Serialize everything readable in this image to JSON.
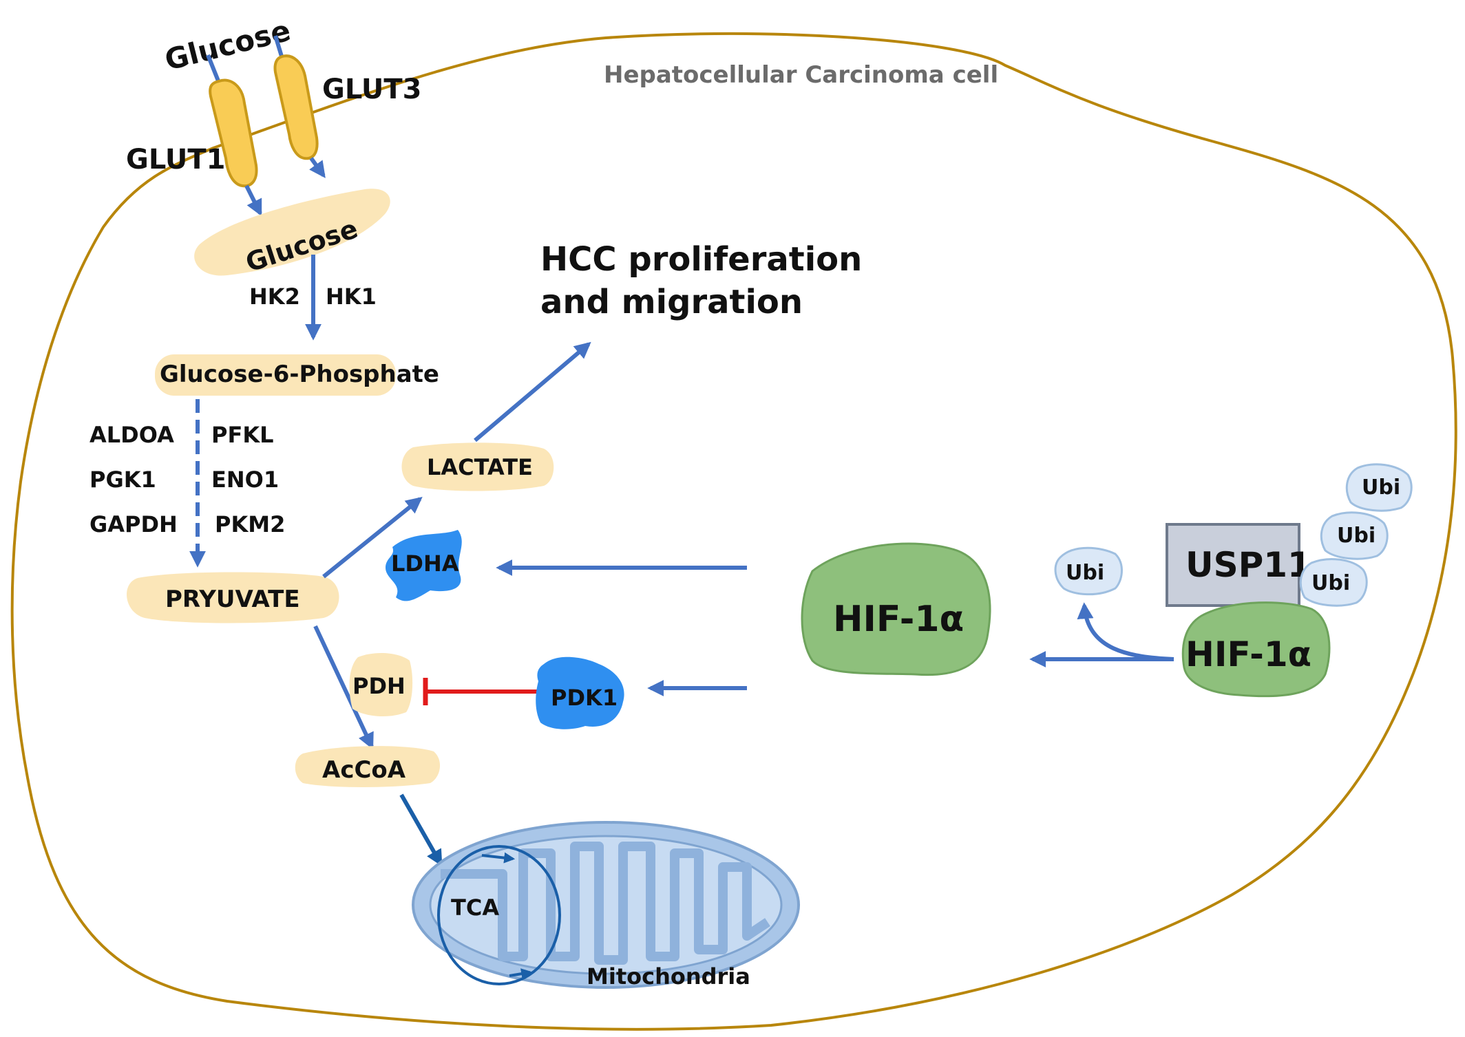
{
  "cell": {
    "label": "Hepatocellular Carcinoma cell"
  },
  "outside": {
    "glucose": "Glucose",
    "transporters": [
      "GLUT1",
      "GLUT3"
    ]
  },
  "glycolysis": {
    "glucose": "Glucose",
    "hexokinases": [
      "HK2",
      "HK1"
    ],
    "g6p": "Glucose-6-Phosphate",
    "enzymes_left": [
      "ALDOA",
      "PGK1",
      "GAPDH"
    ],
    "enzymes_right": [
      "PFKL",
      "ENO1",
      "PKM2"
    ],
    "pyruvate": "PRYUVATE",
    "lactate": "LACTATE",
    "ldha": "LDHA",
    "pdh": "PDH",
    "pdk1": "PDK1",
    "accoa": "AcCoA"
  },
  "outcome": {
    "line1": "HCC proliferation",
    "line2": "and migration"
  },
  "mitochondria": {
    "label": "Mitochondria",
    "tca": "TCA"
  },
  "regulation": {
    "hif_center": "HIF-1α",
    "hif_bound": "HIF-1α",
    "usp11": "USP11",
    "ubi_released": "Ubi",
    "ubi_chain": [
      "Ubi",
      "Ubi",
      "Ubi"
    ]
  },
  "colors": {
    "arrow": "#4472c4",
    "inhibit": "#e11b1b",
    "membrane": "#b8860b",
    "metabolite": "#fbe6b8",
    "transporter": "#f9cc55",
    "enzyme_blue": "#2f8ff0",
    "hif_green": "#8ec07c",
    "usp11_gray": "#c9cfdb",
    "ubi_blue": "#dbe8f7",
    "mito_blue": "#a9c6e8"
  }
}
